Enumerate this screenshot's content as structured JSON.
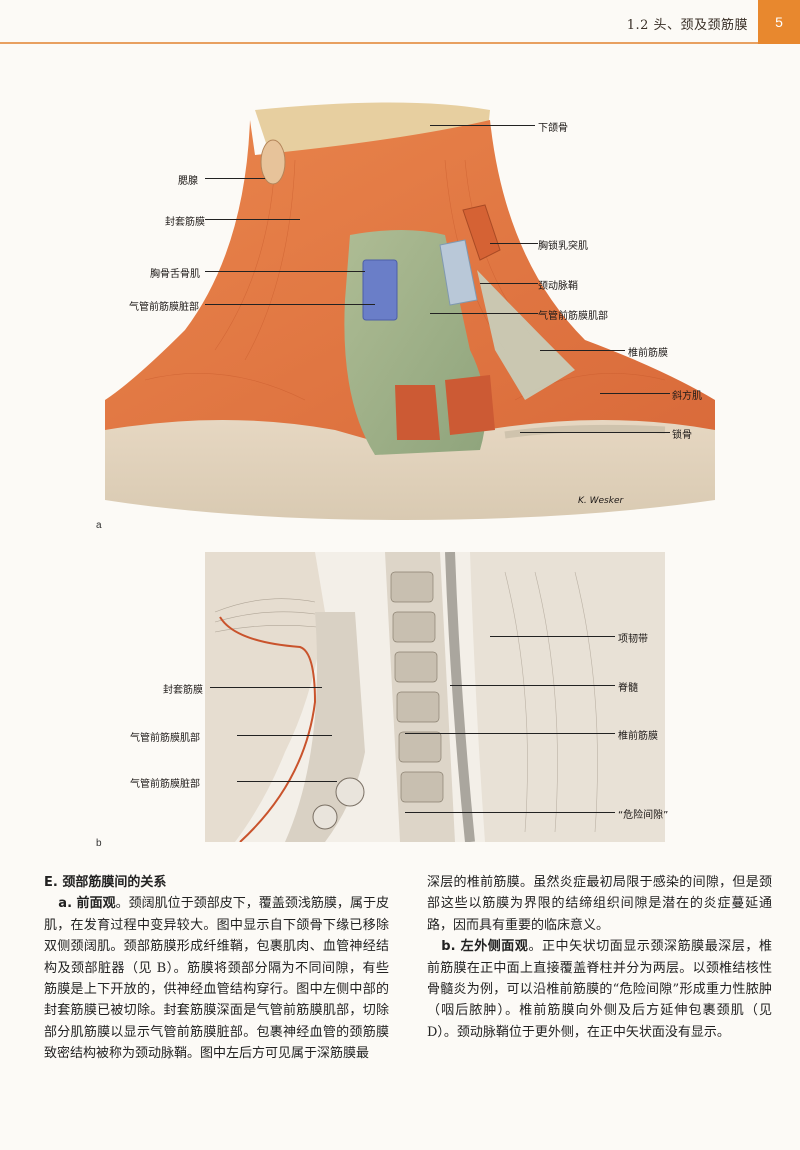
{
  "header": {
    "title": "1.2 头、颈及颈筋膜",
    "page_number": "5"
  },
  "figure_a": {
    "letter": "a",
    "signature": "K. Wesker",
    "labels_left": [
      "腮腺",
      "封套筋膜",
      "胸骨舌骨肌",
      "气管前筋膜脏部"
    ],
    "labels_right": [
      "下颌骨",
      "胸锁乳突肌",
      "颈动脉鞘",
      "气管前筋膜肌部",
      "椎前筋膜",
      "斜方肌",
      "锁骨"
    ]
  },
  "figure_b": {
    "letter": "b",
    "labels_left": [
      "封套筋膜",
      "气管前筋膜肌部",
      "气管前筋膜脏部"
    ],
    "labels_right": [
      "项韧带",
      "脊髓",
      "椎前筋膜",
      "“危险间隙”"
    ]
  },
  "text": {
    "heading": "E. 颈部筋膜间的关系",
    "p1_lead": "a. 前面观",
    "p1_body": "。颈阔肌位于颈部皮下，覆盖颈浅筋膜，属于皮肌，在发育过程中变异较大。图中显示自下颌骨下缘已移除双侧颈阔肌。颈部筋膜形成纤维鞘，包裹肌肉、血管神经结构及颈部脏器（见 B）。筋膜将颈部分隔为不同间隙，有些筋膜是上下开放的，供神经血管结构穿行。图中左侧中部的封套筋膜已被切除。封套筋膜深面是气管前筋膜肌部，切除部分肌筋膜以显示气管前筋膜脏部。包裹神经血管的颈筋膜致密结构被称为颈动脉鞘。图中左后方可见属于深筋膜最",
    "p2_cont": "深层的椎前筋膜。虽然炎症最初局限于感染的间隙，但是颈部这些以筋膜为界限的结缔组织间隙是潜在的炎症蔓延通路，因而具有重要的临床意义。",
    "p3_lead": "b. 左外侧面观",
    "p3_body": "。正中矢状切面显示颈深筋膜最深层，椎前筋膜在正中面上直接覆盖脊柱并分为两层。以颈椎结核性骨髓炎为例，可以沿椎前筋膜的“危险间隙”形成重力性脓肿（咽后脓肿）。椎前筋膜向外侧及后方延伸包裹颈肌（见 D）。颈动脉鞘位于更外侧，在正中矢状面没有显示。"
  },
  "colors": {
    "accent": "#e8882e",
    "muscle": "#e07a4a",
    "fascia": "#a8b890",
    "cartilage": "#6a7ec8"
  }
}
